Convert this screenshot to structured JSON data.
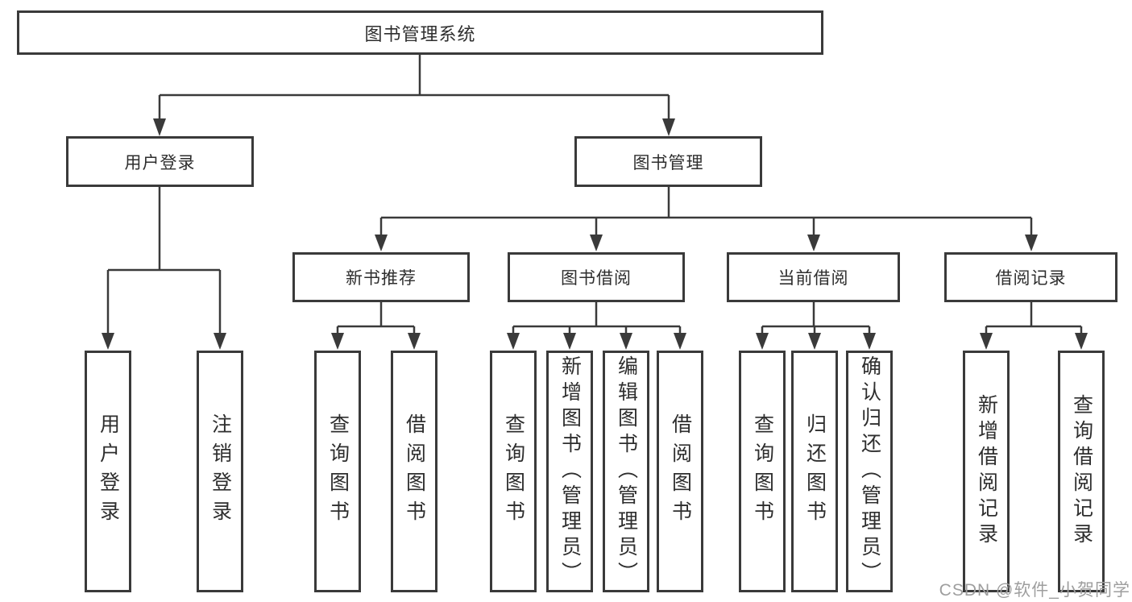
{
  "root": {
    "label": "图书管理系统"
  },
  "level2": {
    "user_login": "用户登录",
    "book_management": "图书管理"
  },
  "level3": {
    "new_books": "新书推荐",
    "book_borrow": "图书借阅",
    "current_borrow": "当前借阅",
    "borrow_records": "借阅记录"
  },
  "leaves": {
    "user_login": [
      "用户登录",
      "注销登录"
    ],
    "new_books": [
      "查询图书",
      "借阅图书"
    ],
    "book_borrow": [
      "查询图书",
      "新增图书（管理员）",
      "编辑图书（管理员）",
      "借阅图书"
    ],
    "current_borrow": [
      "查询图书",
      "归还图书",
      "确认归还（管理员）"
    ],
    "borrow_records": [
      "新增借阅记录",
      "查询借阅记录"
    ]
  },
  "watermark": "CSDN @软件_小贺同学",
  "colors": {
    "line": "#3a3a3a",
    "text": "#2e2e2e",
    "watermark_text": "#9e9e9e",
    "background": "#ffffff"
  }
}
